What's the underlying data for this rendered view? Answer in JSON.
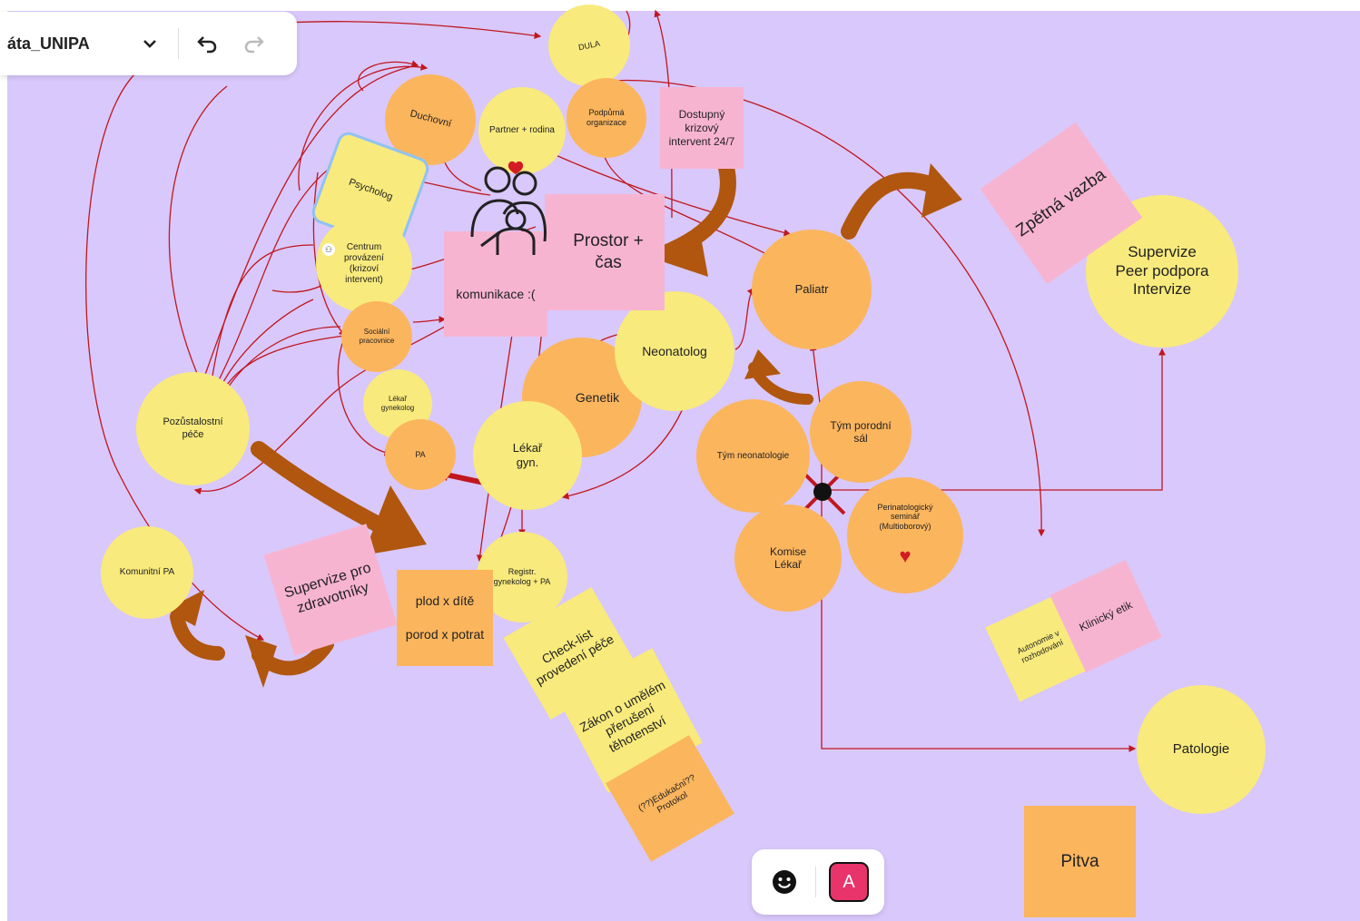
{
  "toolbar": {
    "board_title": "áta_UNIPA",
    "avatar_letter": "A"
  },
  "icons": {
    "dropdown": "chevron-down-icon",
    "undo": "undo-icon",
    "redo": "redo-icon",
    "reaction": "smiley-icon"
  },
  "colors": {
    "canvas": "#d9c8fb",
    "yellow": "#f8ea7c",
    "orange": "#fbb55d",
    "pink": "#f7b4d1",
    "arrow_red": "#c0171f",
    "arrow_brown": "#b0560e",
    "avatar": "#e8336b"
  },
  "nodes": {
    "dula": "DULA",
    "duchovni": "Duchovní",
    "partner": "Partner + rodina",
    "podpurna": "Podpůrná organizace",
    "psycholog": "Psycholog",
    "centrum": "Centrum provázení (krizoví intervent)",
    "socialni": "Sociální pracovnice",
    "lekar_gyn_small": "Lékař gynekolog",
    "pozustalostni": "Pozůstalostní péče",
    "pa": "PA",
    "genetik": "Genetik",
    "lekar_gyn": "Lékař gyn.",
    "neonatolog": "Neonatolog",
    "paliatr": "Paliatr",
    "tym_porodni": "Tým porodní sál",
    "tym_neo": "Tým neonatologie",
    "komise": "Komise Lékař",
    "perinat": "Perinatologický seminář (Multioborový)",
    "supervize_peer": "Supervize Peer podpora Intervize",
    "komunitni": "Komunitní PA",
    "registr": "Registr. gynekolog + PA",
    "patologie": "Patologie"
  },
  "notes": {
    "dostupny": "Dostupný krizový intervent 24/7",
    "prostor": "Prostor + čas",
    "komunikace": "komunikace :(",
    "zpetna": "Zpětná vazba",
    "supervize_zdrav": "Supervize pro zdravotníky",
    "plod": "plod x dítě",
    "porod": "porod x potrat",
    "checklist": "Check-list provedení péče",
    "zakon": "Zákon o umělém přerušení těhotenství",
    "edukacni": "(??)Edukační?? Protokol",
    "autonomie": "Autonomie v rozhodování",
    "eticky": "Klinický etik",
    "pitva": "Pitva"
  }
}
